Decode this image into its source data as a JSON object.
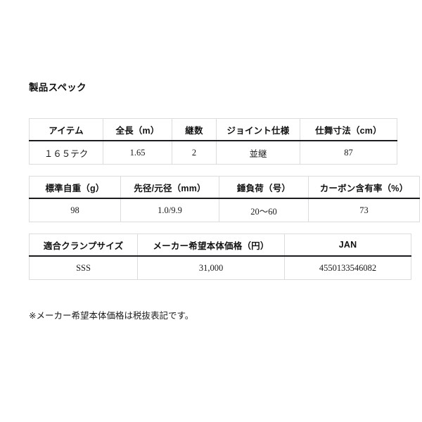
{
  "page": {
    "title": "製品スペック",
    "note": "※メーカー希望本体価格は税抜表記です。",
    "background_color": "#ffffff",
    "header_rule_color": "#1a1a20",
    "border_color": "#dcdcdc"
  },
  "tables": [
    {
      "id": "table-basic-spec",
      "headers": [
        "アイテム",
        "全長（m）",
        "継数",
        "ジョイント仕様",
        "仕舞寸法（cm）"
      ],
      "rows": [
        [
          "１６５テク",
          "1.65",
          "2",
          "並継",
          "87"
        ]
      ]
    },
    {
      "id": "table-weight-spec",
      "headers": [
        "標準自重（g）",
        "先径/元径（mm）",
        "錘負荷（号）",
        "カーボン含有率（%）"
      ],
      "rows": [
        [
          "98",
          "1.0/9.9",
          "20〜60",
          "73"
        ]
      ]
    },
    {
      "id": "table-price-spec",
      "headers": [
        "適合クランプサイズ",
        "メーカー希望本体価格（円）",
        "JAN"
      ],
      "rows": [
        [
          "SSS",
          "31,000",
          "4550133546082"
        ]
      ]
    }
  ]
}
